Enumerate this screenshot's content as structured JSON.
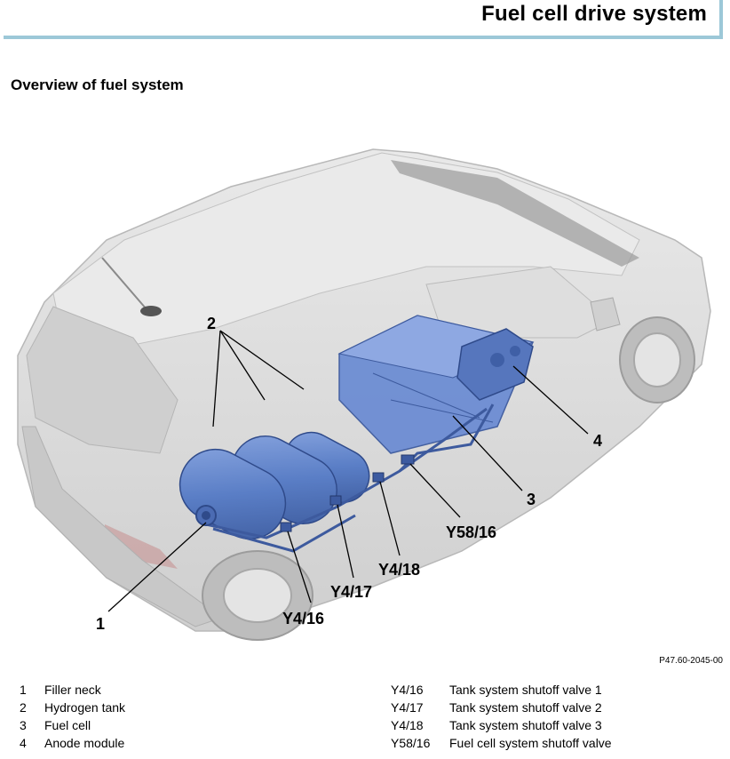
{
  "header": {
    "title": "Fuel cell drive system"
  },
  "section": {
    "title": "Overview of fuel system"
  },
  "figure": {
    "callouts": {
      "c1": "1",
      "c2": "2",
      "c3": "3",
      "c4": "4",
      "y58_16": "Y58/16",
      "y4_18": "Y4/18",
      "y4_17": "Y4/17",
      "y4_16": "Y4/16"
    },
    "code": "P47.60-2045-00"
  },
  "legend": {
    "left": [
      {
        "key": "1",
        "text": "Filler neck"
      },
      {
        "key": "2",
        "text": "Hydrogen tank"
      },
      {
        "key": "3",
        "text": "Fuel cell"
      },
      {
        "key": "4",
        "text": "Anode module"
      }
    ],
    "right": [
      {
        "key": "Y4/16",
        "text": "Tank system shutoff valve 1"
      },
      {
        "key": "Y4/17",
        "text": "Tank system shutoff valve 2"
      },
      {
        "key": "Y4/18",
        "text": "Tank system shutoff valve 3"
      },
      {
        "key": "Y58/16",
        "text": "Fuel cell system shutoff valve"
      }
    ]
  },
  "colors": {
    "accent_rule": "#9cc8d8",
    "component_blue": "#5b7fc4",
    "car_gray": "#d9d9d9"
  }
}
